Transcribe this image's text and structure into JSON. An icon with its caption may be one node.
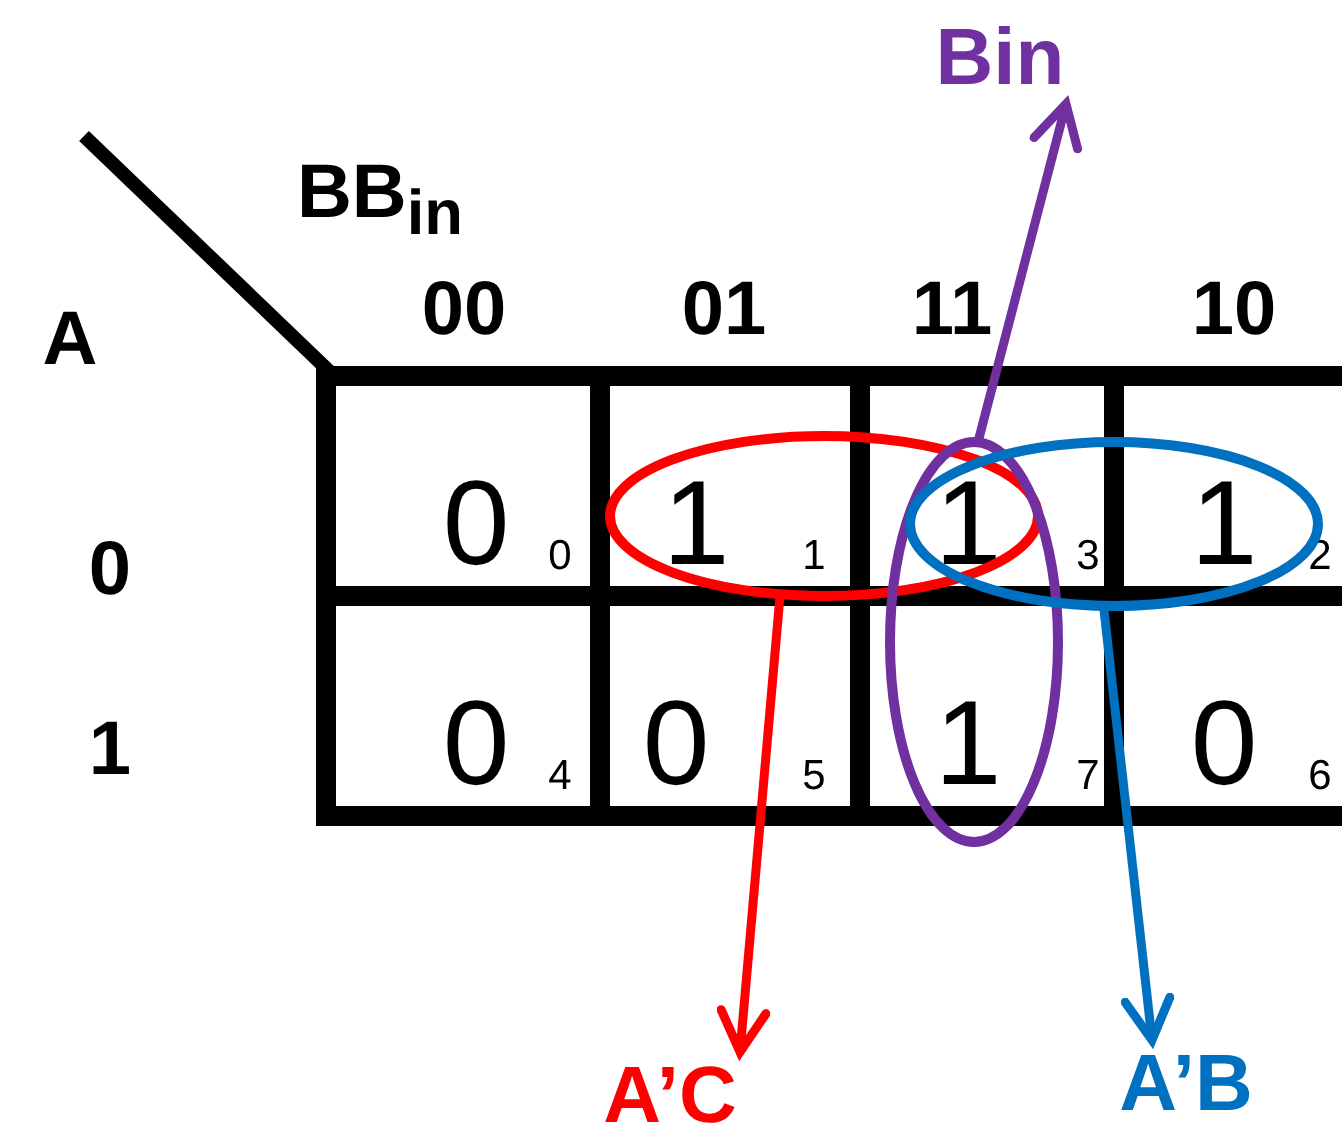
{
  "diagram": {
    "nodes": [
      {
        "text": [
          "Bin"
        ]
      },
      {
        "text": [],
        "shape": "ellipse"
      },
      {
        "text": [],
        "shape": "ellipse"
      },
      {
        "text": [],
        "shape": "ellipse"
      },
      {
        "text": [
          "A’C"
        ]
      },
      {
        "text": [
          "A’B"
        ]
      }
    ],
    "edges": [
      {
        "from": 2,
        "to": 0,
        "arrow": "to",
        "color": "#7030a0"
      },
      {
        "from": 1,
        "to": 4,
        "arrow": "to",
        "color": "#ff0000"
      },
      {
        "from": 3,
        "to": 5,
        "arrow": "to",
        "color": "#0070c0"
      }
    ],
    "labels": [
      "BB$_{in}$",
      "A",
      "00",
      "01",
      "11",
      "10",
      "0",
      "1",
      "0",
      "0",
      "1",
      "1",
      "1",
      "3",
      "1",
      "2",
      "0",
      "4",
      "0",
      "5",
      "1",
      "7",
      "0",
      "6"
    ]
  }
}
